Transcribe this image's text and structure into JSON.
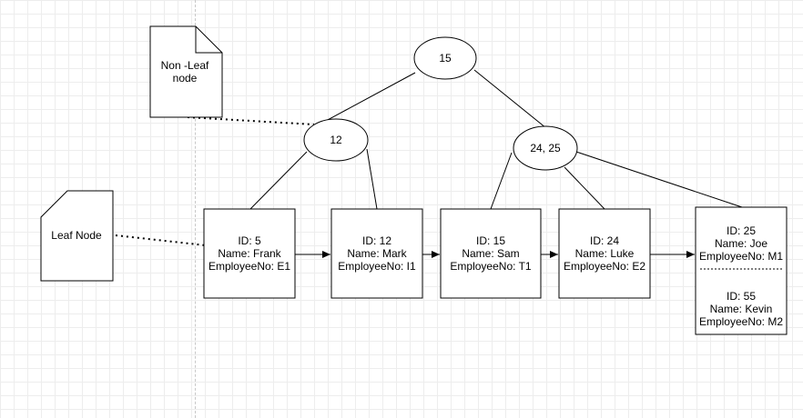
{
  "root": {
    "keys": "15"
  },
  "internal_nodes": [
    {
      "keys": "12"
    },
    {
      "keys": "24, 25"
    }
  ],
  "leaves": [
    {
      "records": [
        {
          "id": "ID: 5",
          "name": "Name: Frank",
          "emp": "EmployeeNo: E1"
        }
      ]
    },
    {
      "records": [
        {
          "id": "ID: 12",
          "name": "Name: Mark",
          "emp": "EmployeeNo: I1"
        }
      ]
    },
    {
      "records": [
        {
          "id": "ID: 15",
          "name": "Name: Sam",
          "emp": "EmployeeNo: T1"
        }
      ]
    },
    {
      "records": [
        {
          "id": "ID: 24",
          "name": "Name: Luke",
          "emp": "EmployeeNo: E2"
        }
      ]
    },
    {
      "records": [
        {
          "id": "ID: 25",
          "name": "Name: Joe",
          "emp": "EmployeeNo: M1"
        },
        {
          "id": "ID: 55",
          "name": "Name: Kevin",
          "emp": "EmployeeNo: M2"
        }
      ]
    }
  ],
  "legend": {
    "non_leaf_line1": "Non -Leaf",
    "non_leaf_line2": "node",
    "leaf": "Leaf Node"
  }
}
